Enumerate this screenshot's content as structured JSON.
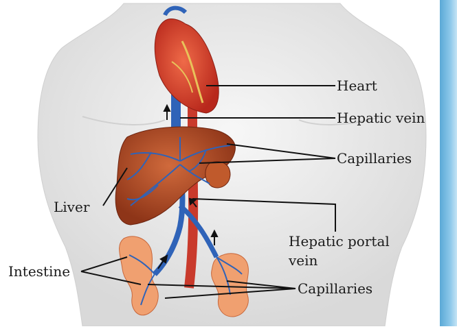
{
  "labels": {
    "heart": "Heart",
    "hepatic_vein": "Hepatic vein",
    "capillaries_upper": "Capillaries",
    "liver": "Liver",
    "hepatic_portal_vein_line1": "Hepatic portal",
    "hepatic_portal_vein_line2": "vein",
    "intestine": "Intestine",
    "capillaries_lower": "Capillaries"
  },
  "colors": {
    "skin": "#ececec",
    "liver": "#b4502a",
    "heart": "#d8412b",
    "vein": "#2f63b8",
    "aorta": "#c93a2c",
    "intestine": "#f0a070",
    "sidebar": "#6ab3dd"
  }
}
